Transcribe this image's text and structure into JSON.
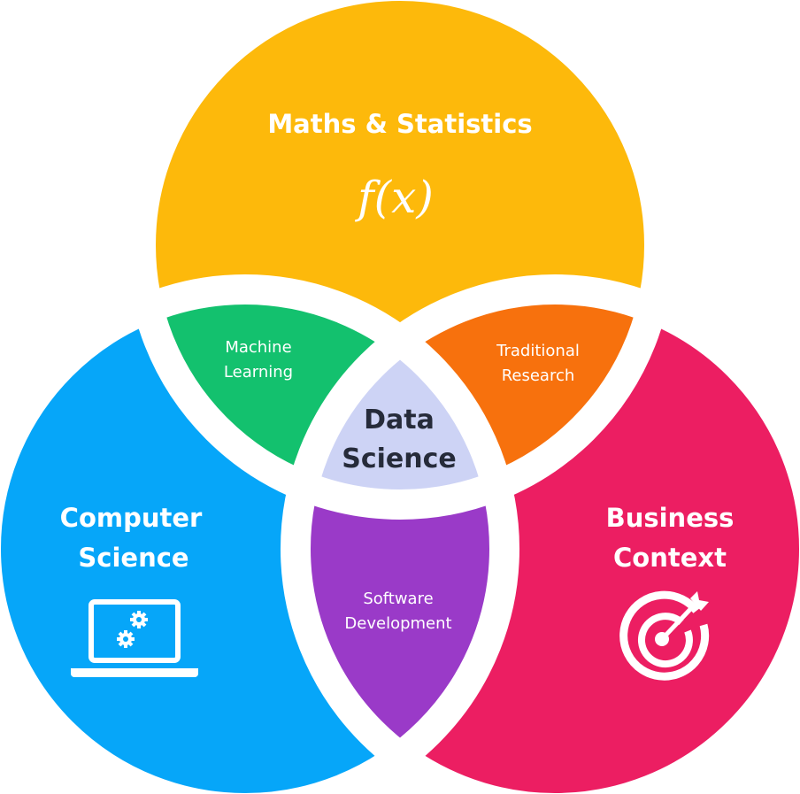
{
  "title": "Data Science Venn Diagram",
  "circles": {
    "maths": {
      "label": "Maths & Statistics",
      "formula": "f(x)",
      "color": "#FDB90B"
    },
    "computer_science": {
      "line1": "Computer",
      "line2": "Science",
      "color": "#06A6F9",
      "icon": "laptop-gears-icon"
    },
    "business": {
      "line1": "Business",
      "line2": "Context",
      "color": "#EC1E62",
      "icon": "target-arrow-icon"
    }
  },
  "intersections": {
    "machine_learning": {
      "line1": "Machine",
      "line2": "Learning",
      "color": "#13C16E"
    },
    "traditional_research": {
      "line1": "Traditional",
      "line2": "Research",
      "color": "#F7710D"
    },
    "software_development": {
      "line1": "Software",
      "line2": "Development",
      "color": "#9A3AC8"
    },
    "data_science": {
      "line1": "Data",
      "line2": "Science",
      "color": "#CDD3F5"
    }
  }
}
